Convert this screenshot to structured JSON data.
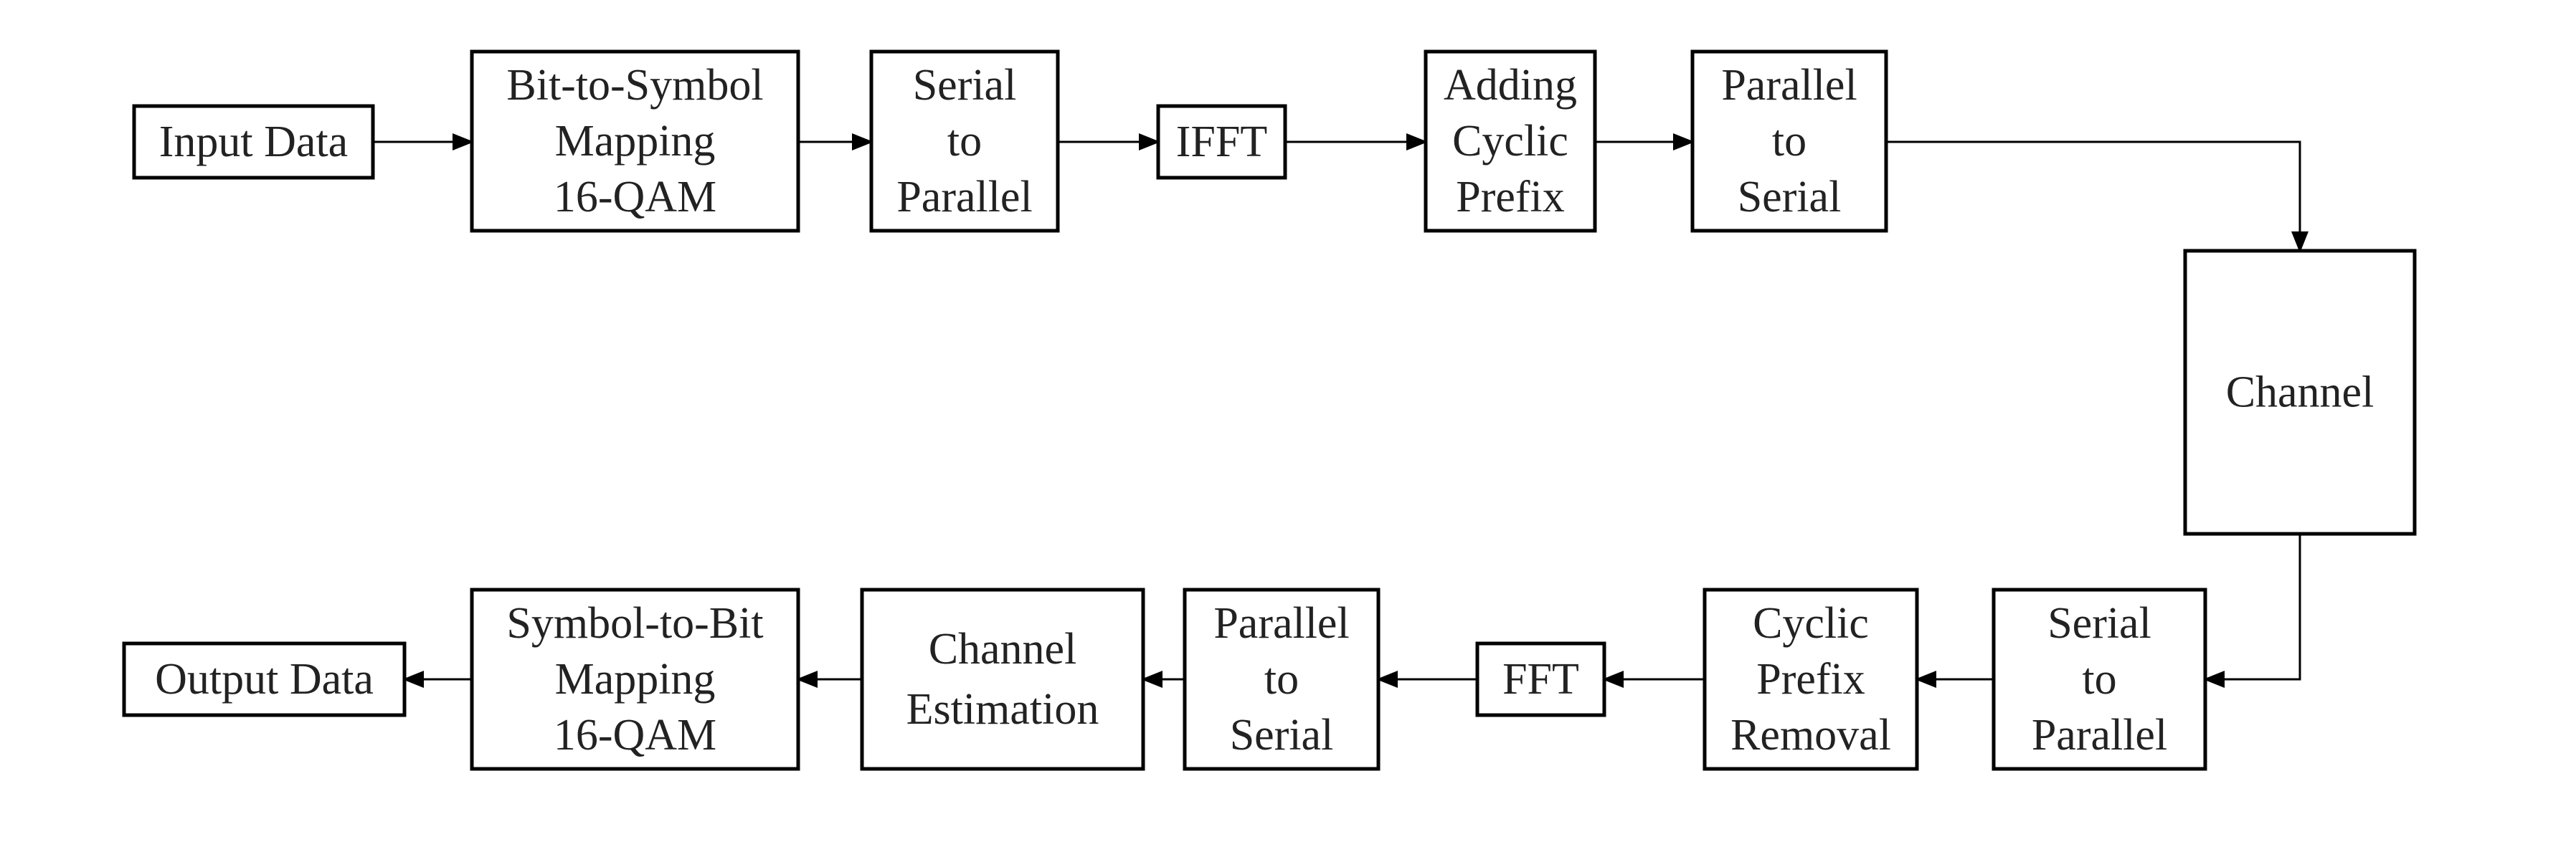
{
  "diagram": {
    "colors": {
      "stroke": "#000000",
      "text": "#222222",
      "background": "#ffffff"
    },
    "blocks": [
      {
        "id": "input-data",
        "lines": [
          "Input Data"
        ]
      },
      {
        "id": "bit-to-symbol-mapping",
        "lines": [
          "Bit-to-Symbol",
          "Mapping",
          "16-QAM"
        ]
      },
      {
        "id": "serial-to-parallel-tx",
        "lines": [
          "Serial",
          "to",
          "Parallel"
        ]
      },
      {
        "id": "ifft",
        "lines": [
          "IFFT"
        ]
      },
      {
        "id": "adding-cyclic-prefix",
        "lines": [
          "Adding",
          "Cyclic",
          "Prefix"
        ]
      },
      {
        "id": "parallel-to-serial-tx",
        "lines": [
          "Parallel",
          "to",
          "Serial"
        ]
      },
      {
        "id": "channel",
        "lines": [
          "Channel"
        ]
      },
      {
        "id": "serial-to-parallel-rx",
        "lines": [
          "Serial",
          "to",
          "Parallel"
        ]
      },
      {
        "id": "cyclic-prefix-removal",
        "lines": [
          "Cyclic",
          "Prefix",
          "Removal"
        ]
      },
      {
        "id": "fft",
        "lines": [
          "FFT"
        ]
      },
      {
        "id": "parallel-to-serial-rx",
        "lines": [
          "Parallel",
          "to",
          "Serial"
        ]
      },
      {
        "id": "channel-estimation",
        "lines": [
          "Channel",
          "Estimation"
        ]
      },
      {
        "id": "symbol-to-bit-mapping",
        "lines": [
          "Symbol-to-Bit",
          "Mapping",
          "16-QAM"
        ]
      },
      {
        "id": "output-data",
        "lines": [
          "Output Data"
        ]
      }
    ],
    "connections": [
      {
        "from": "input-data",
        "to": "bit-to-symbol-mapping"
      },
      {
        "from": "bit-to-symbol-mapping",
        "to": "serial-to-parallel-tx"
      },
      {
        "from": "serial-to-parallel-tx",
        "to": "ifft"
      },
      {
        "from": "ifft",
        "to": "adding-cyclic-prefix"
      },
      {
        "from": "adding-cyclic-prefix",
        "to": "parallel-to-serial-tx"
      },
      {
        "from": "parallel-to-serial-tx",
        "to": "channel"
      },
      {
        "from": "channel",
        "to": "serial-to-parallel-rx"
      },
      {
        "from": "serial-to-parallel-rx",
        "to": "cyclic-prefix-removal"
      },
      {
        "from": "cyclic-prefix-removal",
        "to": "fft"
      },
      {
        "from": "fft",
        "to": "parallel-to-serial-rx"
      },
      {
        "from": "parallel-to-serial-rx",
        "to": "channel-estimation"
      },
      {
        "from": "channel-estimation",
        "to": "symbol-to-bit-mapping"
      },
      {
        "from": "symbol-to-bit-mapping",
        "to": "output-data"
      }
    ]
  }
}
